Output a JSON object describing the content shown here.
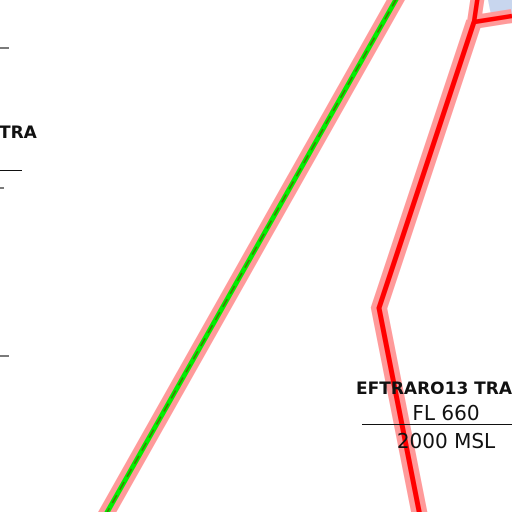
{
  "map": {
    "colors": {
      "corridor_halo": "#ff9a9a",
      "boundary_red": "#ff0000",
      "route_green": "#00ee00",
      "route_dash": "#3f7f00",
      "blue_zone": "#c8d6ee"
    },
    "left_label": {
      "name_fragment": "TRA"
    },
    "airspace_label": {
      "name": "EFTRARO13 TRA",
      "upper_limit": "FL 660",
      "lower_limit": "2000 MSL"
    }
  }
}
